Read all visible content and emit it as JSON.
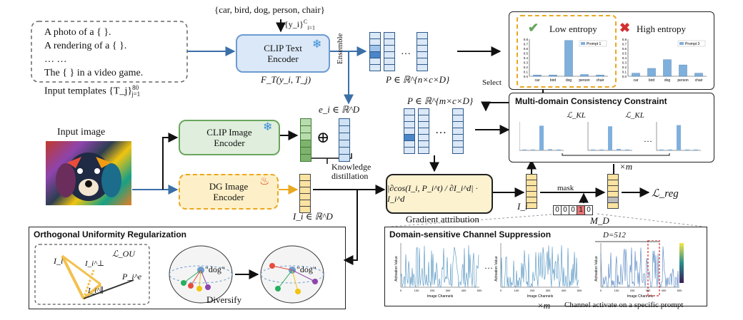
{
  "templates": {
    "lines": [
      "A photo of a { }.",
      "A rendering of a { }.",
      "… …",
      "The { } in a video game."
    ],
    "footer": "Input templates {T_j}",
    "footer_sup": "80",
    "footer_sub": "j=1"
  },
  "classes": {
    "set": "{car, bird, dog, person, chair}",
    "yi": "{y_i}",
    "yi_sup": "C",
    "yi_sub": "i=1"
  },
  "clip_text": {
    "title": "CLIP Text Encoder",
    "formula": "F_T(y_i, T_j)",
    "ensemble": "Ensemble"
  },
  "p_matrix_n": "P ∈ ℝ^{n×c×D}",
  "p_matrix_m": "P ∈ ℝ^{m×c×D}",
  "ei_label": "e_i ∈ ℝ^D",
  "input_image_label": "Input image",
  "clip_image": {
    "title": "CLIP Image Encoder"
  },
  "dg_image": {
    "title": "DG Image Encoder"
  },
  "ii_label": "I_i ∈ ℝ^D",
  "knowledge_distillation": "Knowledge distillation",
  "gradient_attribution": {
    "formula": "|∂cos(I_i, P_i^t) / ∂I_i^d| · I_i^d",
    "caption": "Gradient attribution"
  },
  "entropy": {
    "low_label": "Low entropy",
    "high_label": "High entropy",
    "select": "Select",
    "low_chart": {
      "legend": "Prompt 1",
      "categories": [
        "car",
        "bird",
        "dog",
        "person",
        "chair"
      ],
      "values": [
        0.03,
        0.03,
        0.82,
        0.04,
        0.03
      ],
      "yticks": [
        "0.8",
        "0.7",
        "0.6",
        "0.5",
        "0.4",
        "0.3",
        "0.2",
        "0.1",
        "0.0"
      ]
    },
    "high_chart": {
      "legend": "Prompt 3",
      "categories": [
        "car",
        "bird",
        "dog",
        "person",
        "chair"
      ],
      "values": [
        0.07,
        0.18,
        0.38,
        0.26,
        0.07
      ],
      "yticks": [
        "0.8",
        "0.7",
        "0.6",
        "0.5",
        "0.4",
        "0.3",
        "0.2",
        "0.1",
        "0.0"
      ]
    }
  },
  "mdcc": {
    "title": "Multi-domain Consistency Constraint",
    "lkl": "ℒ_KL",
    "times_m": "×m",
    "mini_values": [
      [
        0.03,
        0.03,
        0.82,
        0.04,
        0.03
      ],
      [
        0.03,
        0.03,
        0.8,
        0.05,
        0.03
      ],
      [
        0.03,
        0.03,
        0.84,
        0.03,
        0.03
      ]
    ]
  },
  "mask": {
    "label": "mask",
    "bits": [
      "0",
      "0",
      "0",
      "1",
      "0"
    ],
    "md": "M_D"
  },
  "ii_small": "I_i",
  "lreg": "ℒ_reg",
  "ou": {
    "title": "Orthogonal Uniformity Regularization",
    "lou": "ℒ_OU",
    "i": "I_i",
    "iperp": "I_i^⊥",
    "ipar": "I_i^∥",
    "pie": "P_i^e",
    "dog": "\"dog\"",
    "diversify": "Diversify"
  },
  "dcs": {
    "title": "Domain-sensitive Channel Suppression",
    "d512": "D=512",
    "xlabel": "Image Channels",
    "ylabel": "Activation Value",
    "xticks": [
      "0",
      "100",
      "200",
      "300",
      "400",
      "500"
    ],
    "times_m": "×m",
    "caption": "Channel activate on a specific prompt",
    "ellipsis": "…"
  },
  "dots": "…",
  "colors": {
    "blue_stroke": "#6d9bd0",
    "blue_fill": "#dbe8f7",
    "green": "#6aa65d",
    "yellow": "#e9a820",
    "bar": "#7fb0dc",
    "arrow": "#3b6fa8"
  }
}
